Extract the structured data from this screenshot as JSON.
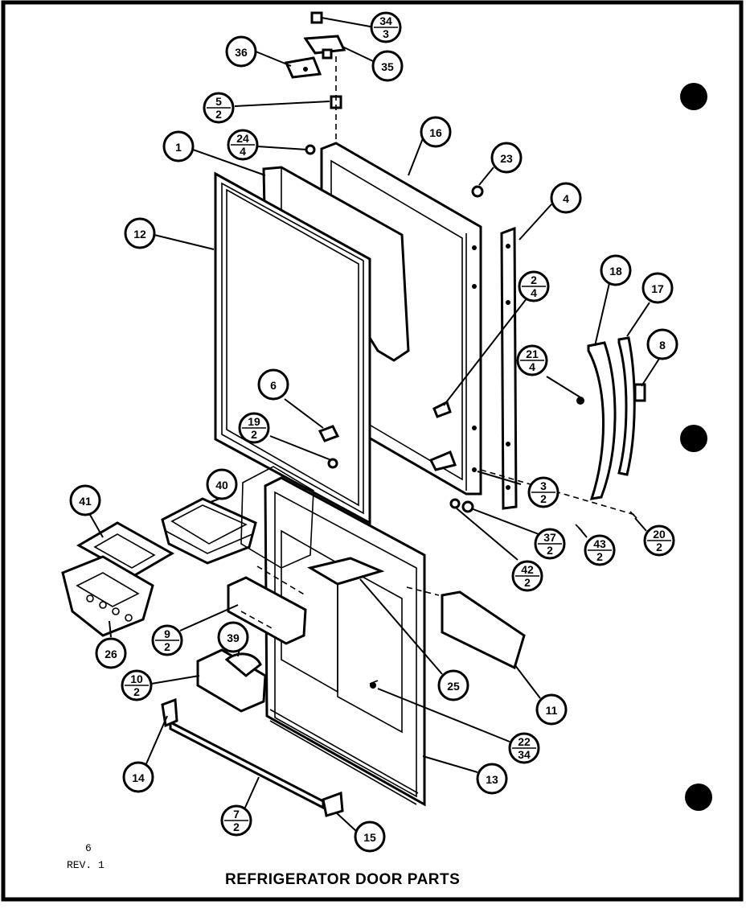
{
  "title": "REFRIGERATOR DOOR PARTS",
  "page_number": "6",
  "revision": "REV. 1",
  "callouts": [
    {
      "id": "c34",
      "top": "34",
      "bottom": "3"
    },
    {
      "id": "c36",
      "top": "36",
      "bottom": ""
    },
    {
      "id": "c35",
      "top": "35",
      "bottom": ""
    },
    {
      "id": "c5",
      "top": "5",
      "bottom": "2"
    },
    {
      "id": "c24",
      "top": "24",
      "bottom": "4"
    },
    {
      "id": "c1",
      "top": "1",
      "bottom": ""
    },
    {
      "id": "c16",
      "top": "16",
      "bottom": ""
    },
    {
      "id": "c23",
      "top": "23",
      "bottom": ""
    },
    {
      "id": "c4",
      "top": "4",
      "bottom": ""
    },
    {
      "id": "c12",
      "top": "12",
      "bottom": ""
    },
    {
      "id": "c2",
      "top": "2",
      "bottom": "4"
    },
    {
      "id": "c18",
      "top": "18",
      "bottom": ""
    },
    {
      "id": "c17",
      "top": "17",
      "bottom": ""
    },
    {
      "id": "c8",
      "top": "8",
      "bottom": ""
    },
    {
      "id": "c21",
      "top": "21",
      "bottom": "4"
    },
    {
      "id": "c6",
      "top": "6",
      "bottom": ""
    },
    {
      "id": "c19",
      "top": "19",
      "bottom": "2"
    },
    {
      "id": "c3",
      "top": "3",
      "bottom": "2"
    },
    {
      "id": "c37",
      "top": "37",
      "bottom": "2"
    },
    {
      "id": "c43",
      "top": "43",
      "bottom": "2"
    },
    {
      "id": "c20",
      "top": "20",
      "bottom": "2"
    },
    {
      "id": "c42",
      "top": "42",
      "bottom": "2"
    },
    {
      "id": "c41",
      "top": "41",
      "bottom": ""
    },
    {
      "id": "c40",
      "top": "40",
      "bottom": ""
    },
    {
      "id": "c26",
      "top": "26",
      "bottom": ""
    },
    {
      "id": "c9",
      "top": "9",
      "bottom": "2"
    },
    {
      "id": "c39",
      "top": "39",
      "bottom": ""
    },
    {
      "id": "c10",
      "top": "10",
      "bottom": "2"
    },
    {
      "id": "c25",
      "top": "25",
      "bottom": ""
    },
    {
      "id": "c11",
      "top": "11",
      "bottom": ""
    },
    {
      "id": "c22",
      "top": "22",
      "bottom": "34"
    },
    {
      "id": "c14",
      "top": "14",
      "bottom": ""
    },
    {
      "id": "c13",
      "top": "13",
      "bottom": ""
    },
    {
      "id": "c7",
      "top": "7",
      "bottom": "2"
    },
    {
      "id": "c15",
      "top": "15",
      "bottom": ""
    }
  ]
}
